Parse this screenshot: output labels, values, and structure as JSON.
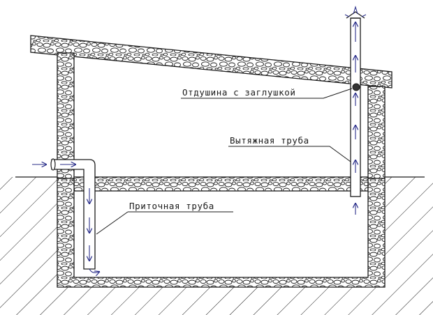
{
  "labels": {
    "vent_hole": "Отдушина с заглушкой",
    "exhaust_pipe": "Вытяжная труба",
    "supply_pipe": "Приточная труба"
  },
  "colors": {
    "line": "#1a1a1a",
    "arrow": "#2b2f8a",
    "background": "#ffffff"
  }
}
